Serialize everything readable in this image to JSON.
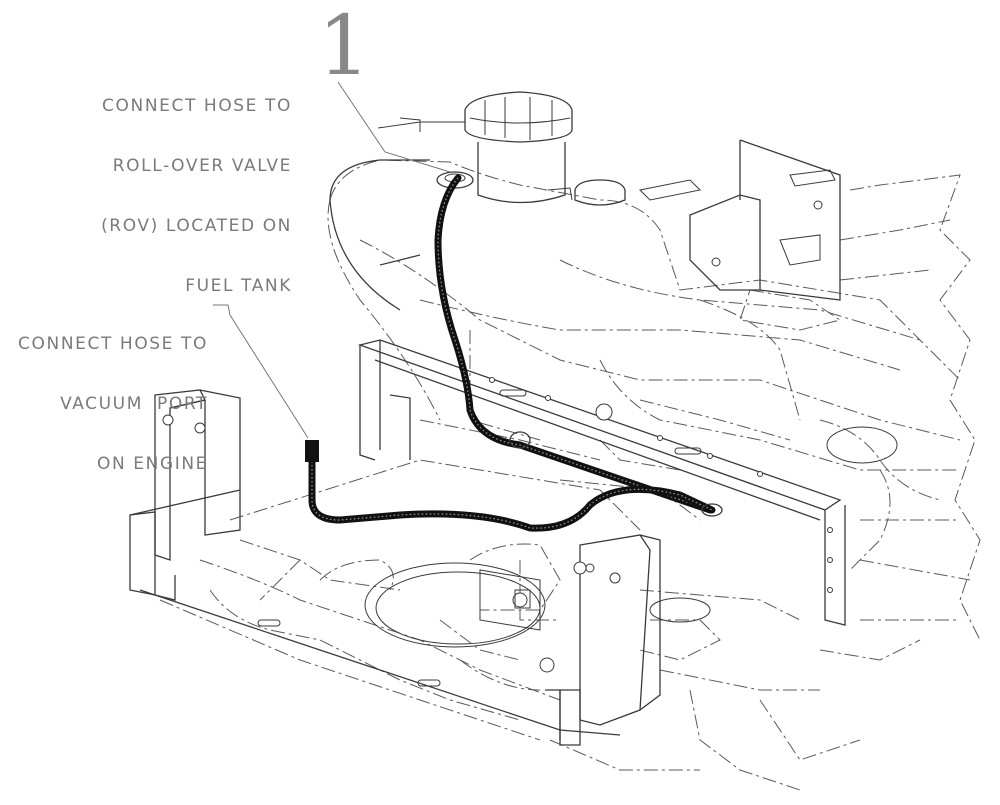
{
  "step": {
    "number": "1"
  },
  "callouts": {
    "rov": [
      "CONNECT HOSE TO",
      "ROLL-OVER VALVE",
      "(ROV) LOCATED ON",
      "FUEL TANK"
    ],
    "vacuum": [
      "CONNECT HOSE TO",
      "VACUUM  PORT",
      "ON ENGINE"
    ]
  },
  "parts": {
    "hose": "vent-hose",
    "tank": "fuel-tank",
    "valve": "roll-over-valve",
    "frame": "chassis-frame",
    "crossmember": "cross-member",
    "cap": "fuel-cap"
  }
}
